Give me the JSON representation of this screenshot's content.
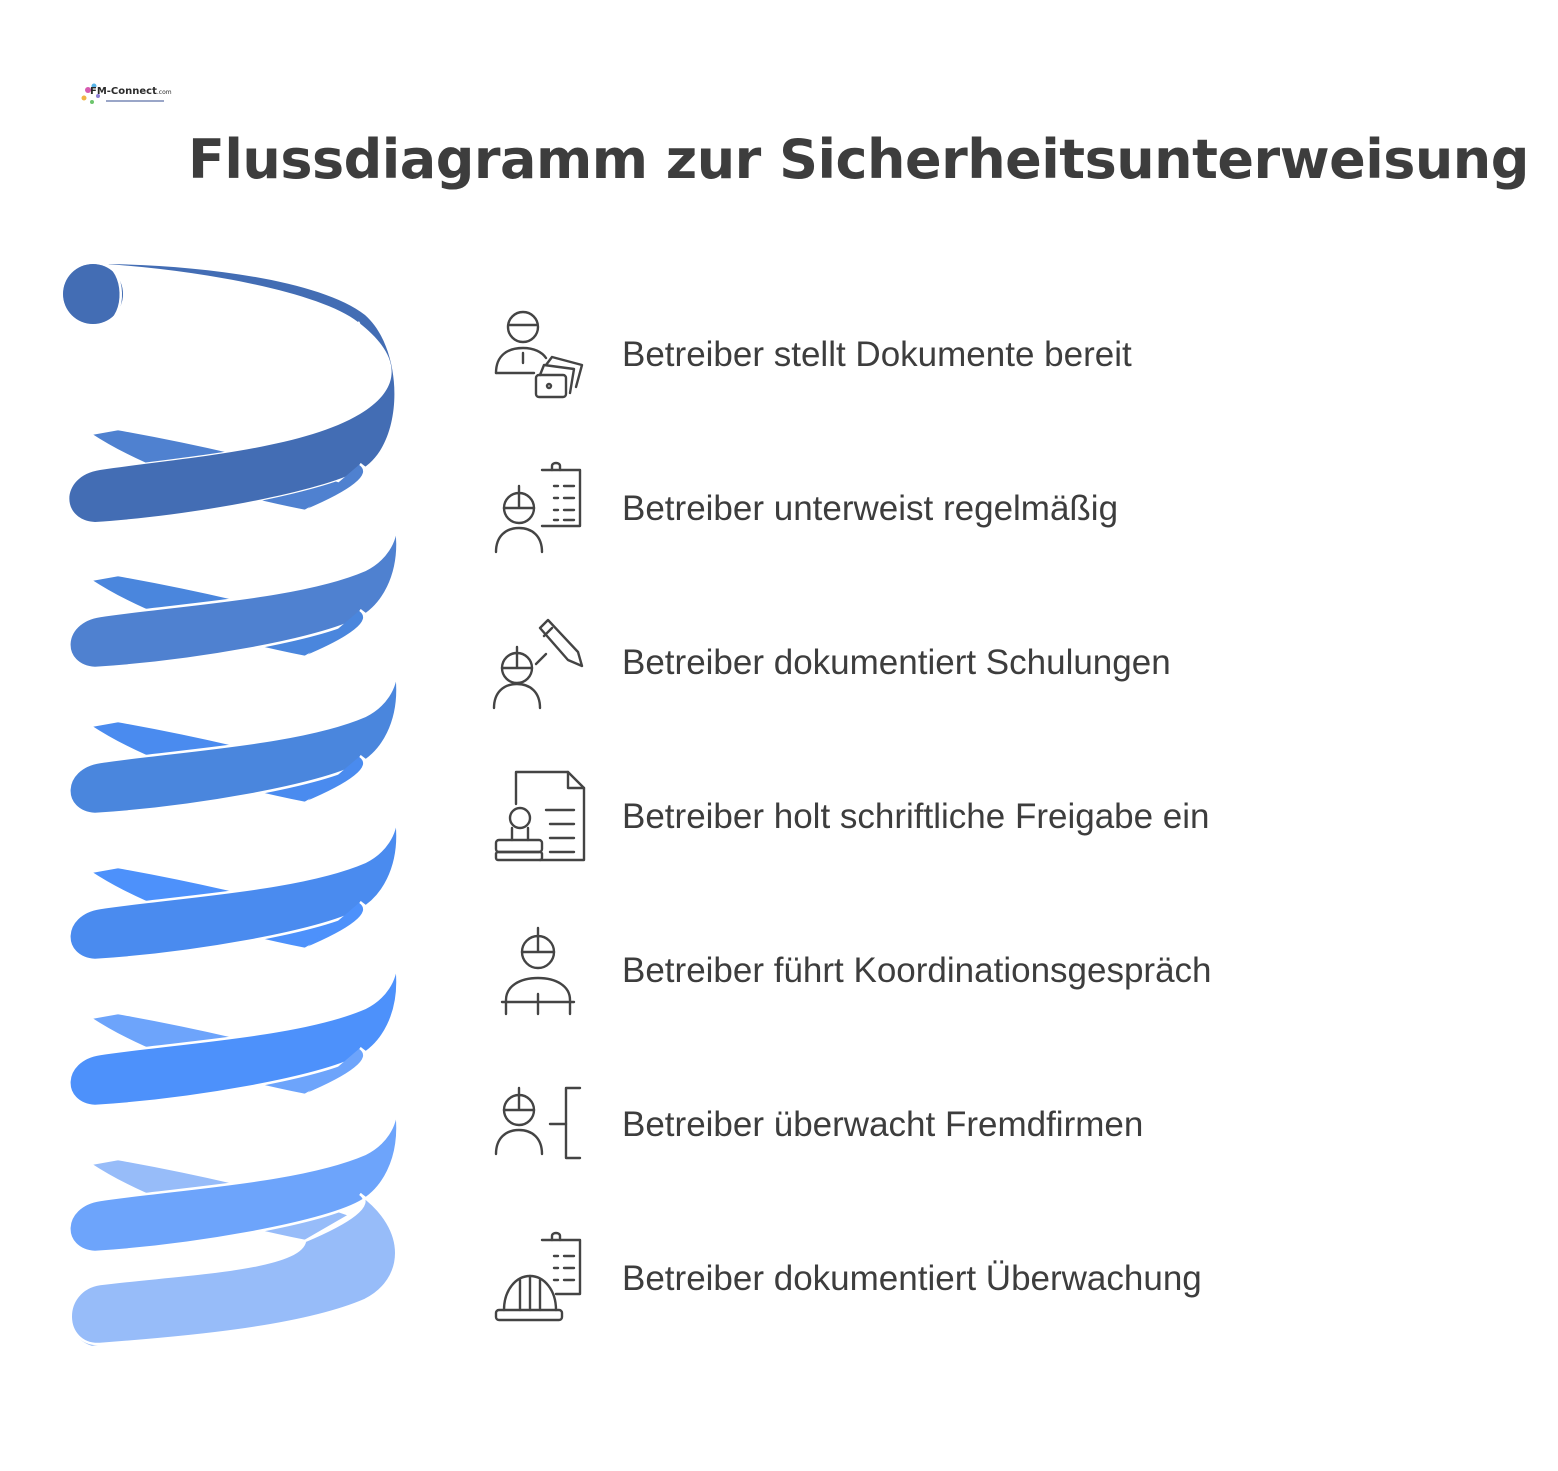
{
  "logo": {
    "brand": "FM-Connect",
    "domain": ".com"
  },
  "title": "Flussdiagramm zur Sicherheitsunterweisung",
  "colors": {
    "text": "#3d3d3d",
    "icon_stroke": "#444444",
    "coil_bands": [
      "#436db4",
      "#4f81d0",
      "#4a86dd",
      "#4a8bef",
      "#4d91fb",
      "#6da4fb",
      "#97bcf9"
    ]
  },
  "steps": [
    {
      "label": "Betreiber stellt Dokumente bereit",
      "icon": "person-documents-icon"
    },
    {
      "label": "Betreiber unterweist regelmäßig",
      "icon": "worker-clipboard-icon"
    },
    {
      "label": "Betreiber dokumentiert Schulungen",
      "icon": "worker-pencil-icon"
    },
    {
      "label": "Betreiber holt schriftliche Freigabe ein",
      "icon": "document-stamp-icon"
    },
    {
      "label": "Betreiber führt Koordinationsgespräch",
      "icon": "worker-icon"
    },
    {
      "label": "Betreiber überwacht Fremdfirmen",
      "icon": "worker-bracket-icon"
    },
    {
      "label": "Betreiber dokumentiert Überwachung",
      "icon": "helmet-clipboard-icon"
    }
  ]
}
